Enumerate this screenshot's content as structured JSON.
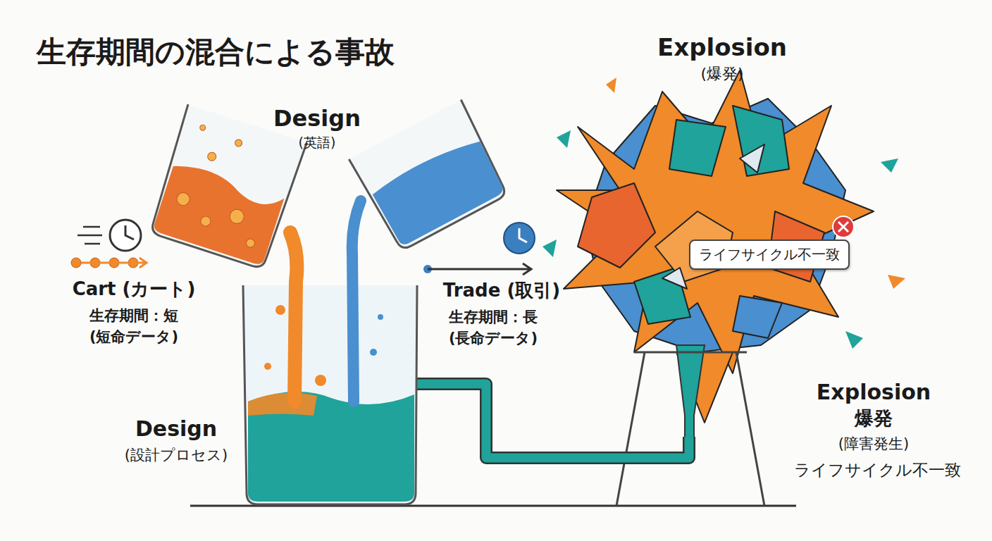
{
  "diagram": {
    "title": "生存期間の混合による事故",
    "nodes": [
      {
        "text": [
          "ライフサイクル不一致"
        ]
      }
    ],
    "labels": [
      "Explosion",
      "(爆発)",
      "Design",
      "(英語)",
      "Cart (カート)",
      "生存期間：短",
      "(短命データ)",
      "Trade (取引)",
      "生存期間：長",
      "(長命データ)",
      "Design",
      "(設計プロセス)",
      "Explosion",
      "爆発",
      "(障害発生)",
      "ライフサイクル不一致"
    ]
  }
}
